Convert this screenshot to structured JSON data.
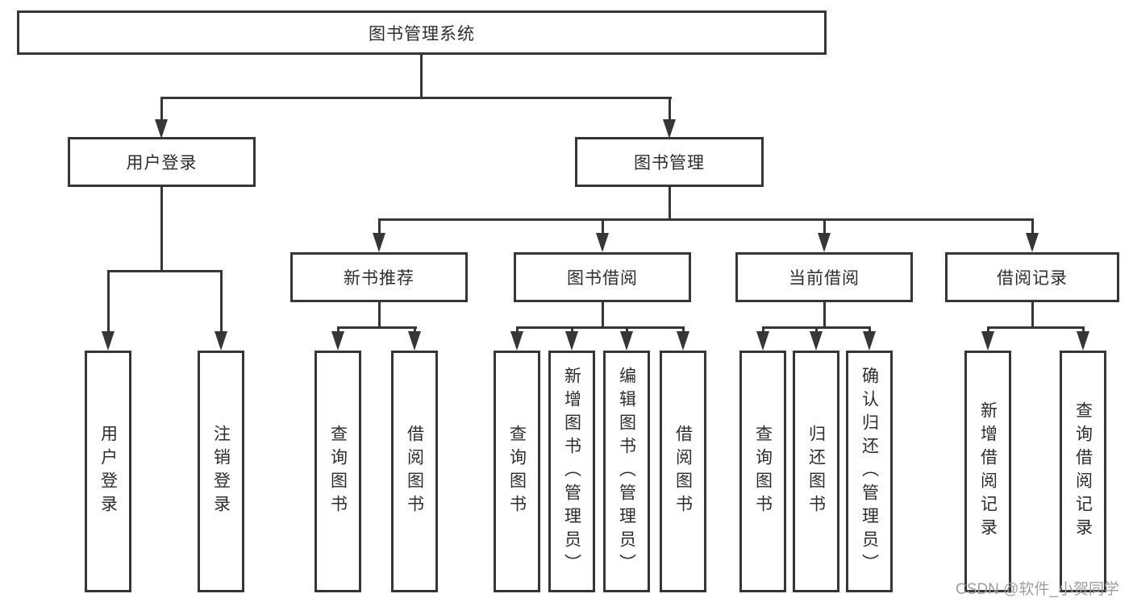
{
  "root": {
    "label": "图书管理系统"
  },
  "branches": {
    "user_login": {
      "label": "用户登录",
      "children": [
        {
          "label": "用户登录"
        },
        {
          "label": "注销登录"
        }
      ]
    },
    "book_management": {
      "label": "图书管理",
      "sections": [
        {
          "label": "新书推荐",
          "children": [
            {
              "label": "查询图书"
            },
            {
              "label": "借阅图书"
            }
          ]
        },
        {
          "label": "图书借阅",
          "children": [
            {
              "label": "查询图书"
            },
            {
              "label": "新增图书（管理员）"
            },
            {
              "label": "编辑图书（管理员）"
            },
            {
              "label": "借阅图书"
            }
          ]
        },
        {
          "label": "当前借阅",
          "children": [
            {
              "label": "查询图书"
            },
            {
              "label": "归还图书"
            },
            {
              "label": "确认归还（管理员）"
            }
          ]
        },
        {
          "label": "借阅记录",
          "children": [
            {
              "label": "新增借阅记录"
            },
            {
              "label": "查询借阅记录"
            }
          ]
        }
      ]
    }
  },
  "watermark": "CSDN @软件_小贺同学",
  "colors": {
    "line": "#363636",
    "text": "#2d2d2d",
    "watermark": "#9e9e9e",
    "background": "#ffffff"
  }
}
